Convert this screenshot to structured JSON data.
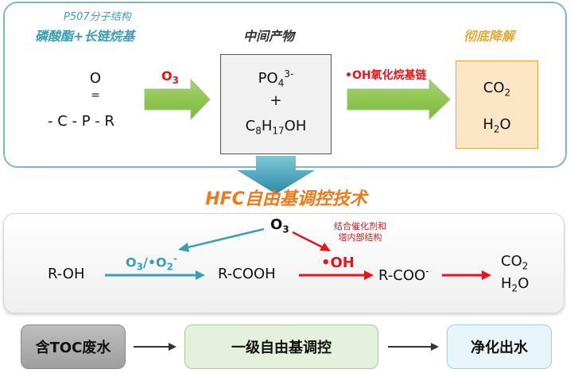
{
  "top": {
    "molecule_caption": "P507分子结构",
    "molecule_title": "磷酸酯+长链烷基",
    "intermediate_title": "中间产物",
    "final_title": "彻底降解",
    "structure_o": "O",
    "structure_bond": "=",
    "structure_chain": "- C - P - R",
    "o3_main": "O",
    "o3_sub": "3",
    "intermediate_po_main": "PO",
    "intermediate_po_sub": "4",
    "intermediate_po_sup": "3-",
    "intermediate_plus": "+",
    "intermediate_c": "C",
    "intermediate_c_sub": "8",
    "intermediate_h": "H",
    "intermediate_h_sub": "17",
    "intermediate_oh": "OH",
    "oh_oxidation_label": "•OH氧化烷基链",
    "co2_main": "CO",
    "co2_sub": "2",
    "h2o_h": "H",
    "h2o_sub": "2",
    "h2o_o": "O"
  },
  "hfc_title": "HFC自由基调控技术",
  "mid": {
    "o3_main": "O",
    "o3_sub": "3",
    "catalyst_line1": "结合催化剂和",
    "catalyst_line2": "塔内部结构",
    "roh": "R-OH",
    "o3_o2_a": "O",
    "o3_o2_a_sub": "3",
    "o3_o2_b": "/•O",
    "o3_o2_b_sub": "2",
    "o3_o2_b_sup": "-",
    "rcooh": "R-COOH",
    "oh_radical": "•OH",
    "rcoo": "R-COO",
    "rcoo_sup": "-",
    "co2_main": "CO",
    "co2_sub": "2",
    "h2o_h": "H",
    "h2o_sub": "2",
    "h2o_o": "O"
  },
  "flow": {
    "step1": "含TOC废水",
    "step2": "一级自由基调控",
    "step3": "净化出水"
  },
  "colors": {
    "teal": "#3a9fb4",
    "green_arrow": "#8cc63f",
    "red": "#e8141a",
    "orange": "#e8a93a"
  }
}
